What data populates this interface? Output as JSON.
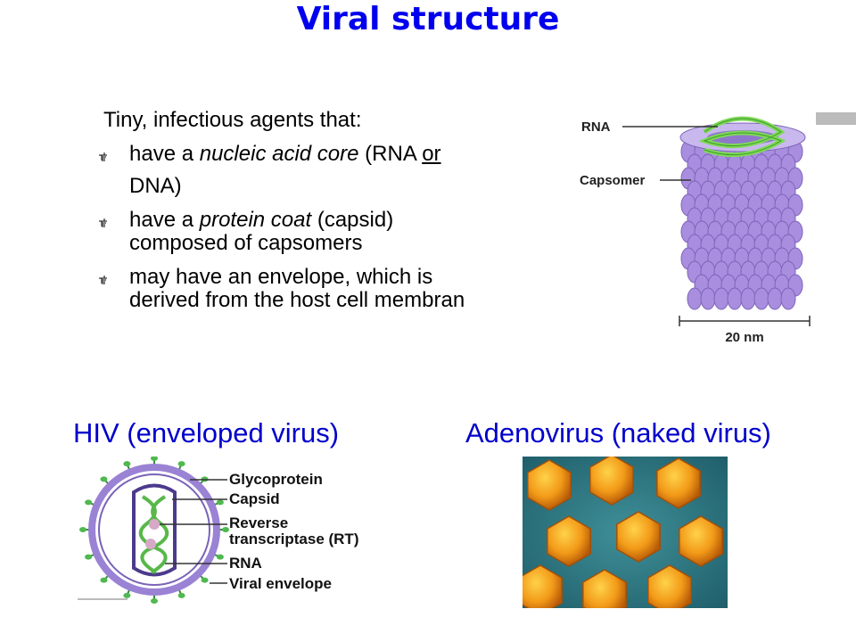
{
  "title": "Viral structure",
  "intro": "Tiny, infectious agents that:",
  "bullets": {
    "b1": {
      "prefix": "have a ",
      "italic": "nucleic acid core",
      "mid": " (RNA ",
      "under": "or",
      "line2": "DNA)"
    },
    "b2": {
      "prefix": "have a ",
      "italic": "protein coat",
      "mid": " (capsid)",
      "line2": "composed of capsomers"
    },
    "b3": {
      "line1": "may have an envelope, which is",
      "line2": "derived from the host cell membran"
    }
  },
  "capsid_figure": {
    "rna_label": "RNA",
    "capsomer_label": "Capsomer",
    "scale_label": "20 nm"
  },
  "captions": {
    "hiv": "HIV (enveloped virus)",
    "adeno": "Adenovirus (naked virus)"
  },
  "hiv_labels": {
    "glycoprotein": "Glycoprotein",
    "capsid": "Capsid",
    "rt_1": "Reverse",
    "rt_2": "transcriptase (RT)",
    "rna": "RNA",
    "envelope": "Viral envelope"
  },
  "colors": {
    "title": "#0000ee",
    "caption": "#0000cc",
    "capsomer": "#a98ee0",
    "rna_helix": "#7ed957",
    "envelope": "#a58bd8",
    "adeno_bg": "#2e7a86",
    "adeno_particle": "#f29a18"
  },
  "icons": {
    "bullet": "pointing-hand-icon"
  }
}
